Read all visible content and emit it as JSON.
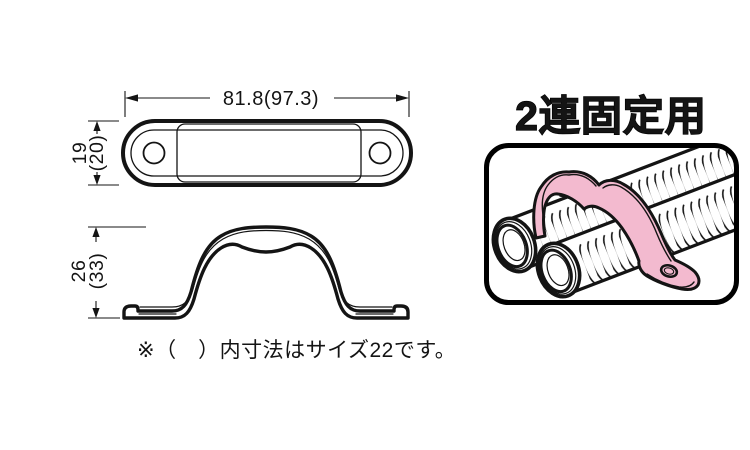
{
  "colors": {
    "line": "#141414",
    "clamp_pink": "#F3BACF",
    "box_border": "#000000",
    "background": "#ffffff"
  },
  "left_drawing": {
    "top_view": {
      "width_dimension": "81.8(97.3)",
      "height_dimension": "19",
      "height_dimension_paren": "(20)"
    },
    "front_view": {
      "height_dimension": "26",
      "height_dimension_paren": "(33)"
    },
    "footnote": "※（　）内寸法はサイズ22です。"
  },
  "right_panel": {
    "title": "2連固定用"
  }
}
